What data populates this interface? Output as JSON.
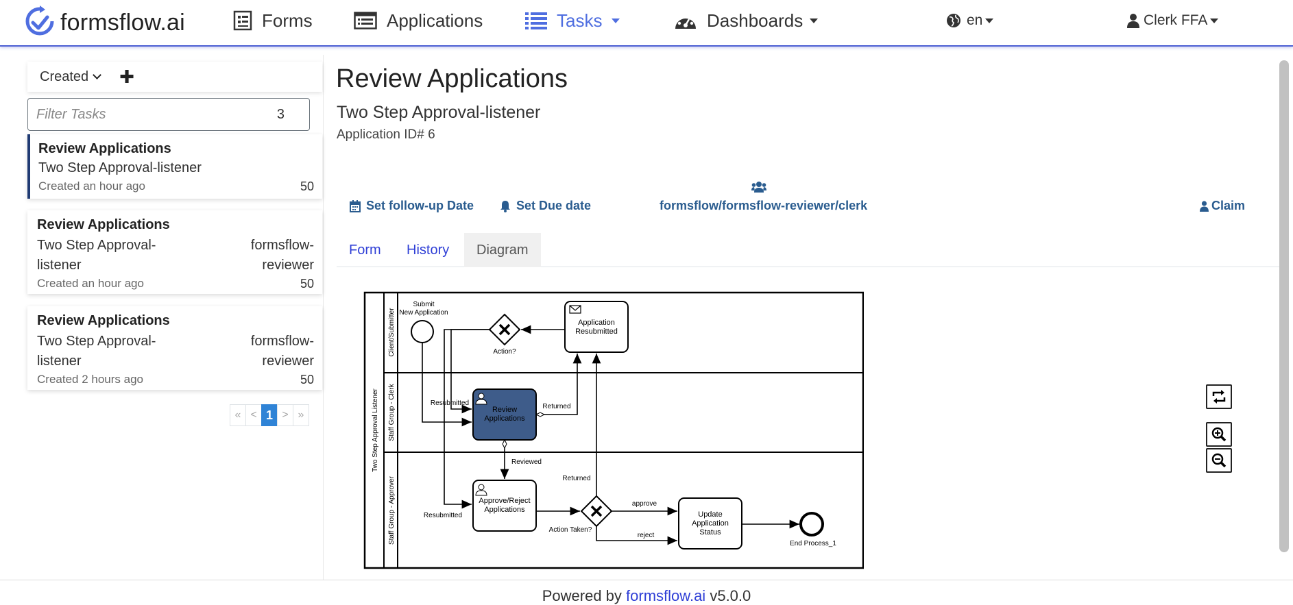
{
  "navbar": {
    "brand": "formsflow.ai",
    "items": [
      {
        "label": "Forms",
        "icon": "forms-icon"
      },
      {
        "label": "Applications",
        "icon": "applications-icon"
      },
      {
        "label": "Tasks",
        "icon": "list-icon"
      },
      {
        "label": "Dashboards",
        "icon": "dashboard-icon"
      }
    ],
    "language": "en",
    "user": "Clerk FFA",
    "accent_color": "#4f6ee0"
  },
  "sidebar": {
    "sort_label": "Created",
    "filter_placeholder": "Filter Tasks",
    "task_count": "3",
    "tasks": [
      {
        "title": "Review Applications",
        "name": "Two Step Approval-listener",
        "group": "",
        "created": "Created an hour ago",
        "priority": "50"
      },
      {
        "title": "Review Applications",
        "name": "Two Step Approval-listener",
        "group": "formsflow-reviewer",
        "created": "Created an hour ago",
        "priority": "50"
      },
      {
        "title": "Review Applications",
        "name": "Two Step Approval-listener",
        "group": "formsflow-reviewer",
        "created": "Created 2 hours ago",
        "priority": "50"
      }
    ],
    "pagination": {
      "first": "«",
      "prev": "<",
      "current": "1",
      "next": ">",
      "last": "»"
    }
  },
  "task": {
    "title": "Review Applications",
    "subtitle": "Two Step Approval-listener",
    "application_id": "Application ID# 6",
    "follow_up_label": "Set follow-up Date",
    "due_date_label": "Set Due date",
    "group_path": "formsflow/formsflow-reviewer/clerk",
    "claim_label": "Claim",
    "tabs": [
      "Form",
      "History",
      "Diagram"
    ],
    "active_tab": "Diagram"
  },
  "diagram": {
    "pool": "Two Step Approval Listener",
    "lanes": [
      "Client/Submitter",
      "Staff Group - Clerk",
      "Staff Group - Approver"
    ],
    "start_event_label_1": "Submit",
    "start_event_label_2": "New Application",
    "gateway_action": "Action?",
    "task_resubmitted_1": "Application",
    "task_resubmitted_2": "Resubmitted",
    "task_review_1": "Review",
    "task_review_2": "Applications",
    "task_approve_1": "Approve/Reject",
    "task_approve_2": "Applications",
    "gateway_action_taken": "Action Taken?",
    "task_update_1": "Update",
    "task_update_2": "Application",
    "task_update_3": "Status",
    "end_event": "End Process_1",
    "flow_resubmitted": "Resubmitted",
    "flow_returned": "Returned",
    "flow_reviewed": "Reviewed",
    "flow_approve": "approve",
    "flow_reject": "reject",
    "active_task_color": "#3e5c8a"
  },
  "footer": {
    "prefix": "Powered by",
    "link": "formsflow.ai",
    "version": "v5.0.0"
  }
}
